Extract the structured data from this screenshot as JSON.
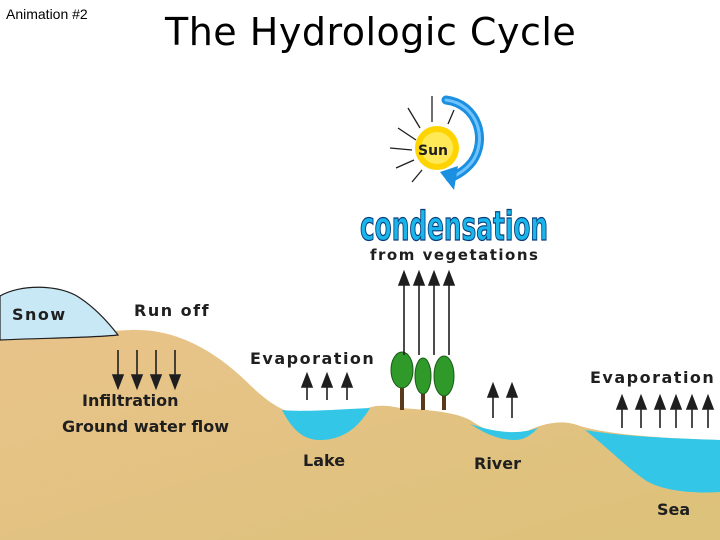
{
  "header": {
    "corner_label": "Animation #2",
    "title": "The Hydrologic Cycle"
  },
  "diagram": {
    "sun_label": "Sun",
    "condensation": "condensation",
    "vegetation_caption": "from vegetations",
    "snow": "Snow",
    "run_off": "Run off",
    "evaporation_left": "Evaporation",
    "evaporation_right": "Evaporation",
    "infiltration": "Infiltration",
    "ground_water_flow": "Ground water flow",
    "lake": "Lake",
    "river": "River",
    "sea": "Sea"
  },
  "colors": {
    "land": "#e8c48c",
    "water": "#33c6e6",
    "snow": "#c9e8f6",
    "arrow": "#1f1f1f",
    "cycle_arrow": "#1b8fe0",
    "sun": "#ffd400"
  }
}
